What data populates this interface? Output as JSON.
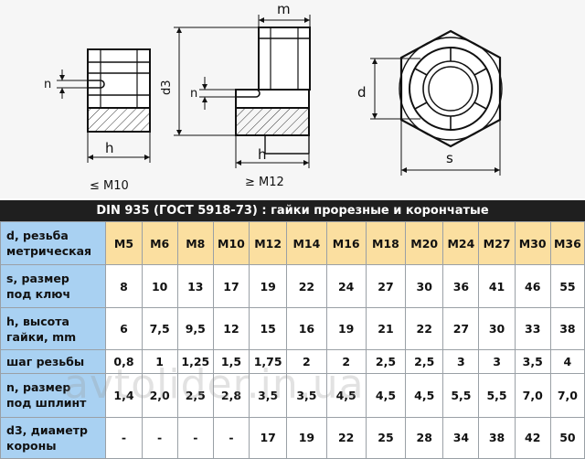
{
  "drawing": {
    "label_n": "n",
    "label_h": "h",
    "label_m": "m",
    "label_d3": "d3",
    "label_d": "d",
    "label_s": "s",
    "caption_left": "≤ M10",
    "caption_mid": "≥ M12"
  },
  "table": {
    "title": "DIN 935 (ГОСТ 5918-73) : гайки прорезные и корончатые",
    "header": {
      "label": [
        "d, резьба",
        "метрическая"
      ],
      "sizes": [
        "M5",
        "M6",
        "M8",
        "M10",
        "M12",
        "M14",
        "M16",
        "M18",
        "M20",
        "M24",
        "M27",
        "M30",
        "M36"
      ]
    },
    "rows": [
      {
        "label": [
          "s, размер",
          "под ключ"
        ],
        "values": [
          "8",
          "10",
          "13",
          "17",
          "19",
          "22",
          "24",
          "27",
          "30",
          "36",
          "41",
          "46",
          "55"
        ]
      },
      {
        "label": [
          "h, высота",
          "гайки, mm"
        ],
        "values": [
          "6",
          "7,5",
          "9,5",
          "12",
          "15",
          "16",
          "19",
          "21",
          "22",
          "27",
          "30",
          "33",
          "38"
        ]
      },
      {
        "label": [
          "шаг резьбы"
        ],
        "values": [
          "0,8",
          "1",
          "1,25",
          "1,5",
          "1,75",
          "2",
          "2",
          "2,5",
          "2,5",
          "3",
          "3",
          "3,5",
          "4"
        ]
      },
      {
        "label": [
          "n, размер",
          "под шплинт"
        ],
        "values": [
          "1,4",
          "2,0",
          "2,5",
          "2,8",
          "3,5",
          "3,5",
          "4,5",
          "4,5",
          "4,5",
          "5,5",
          "5,5",
          "7,0",
          "7,0"
        ]
      },
      {
        "label": [
          "d3, диаметр",
          "короны"
        ],
        "values": [
          "-",
          "-",
          "-",
          "-",
          "17",
          "19",
          "22",
          "25",
          "28",
          "34",
          "38",
          "42",
          "50"
        ]
      }
    ]
  },
  "watermark": "avtolider.in.ua"
}
